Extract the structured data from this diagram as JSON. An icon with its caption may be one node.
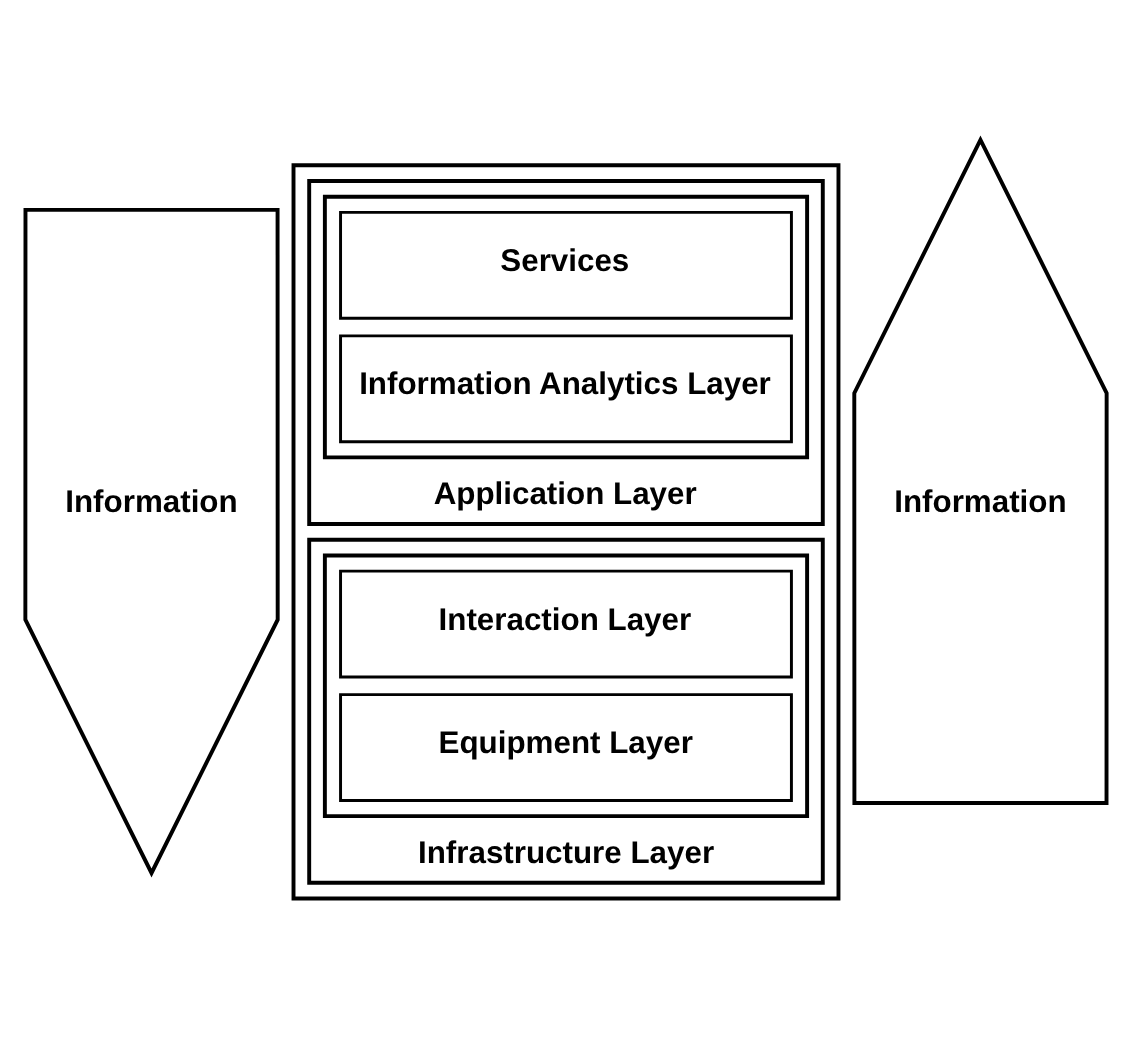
{
  "diagram": {
    "nodes": [
      {
        "text": [
          "Information"
        ]
      },
      {
        "text": [],
        "shape": "box"
      },
      {
        "text": [
          "Application Layer"
        ],
        "in": 1
      },
      {
        "text": [],
        "shape": "box",
        "in": 2
      },
      {
        "text": [
          "Services"
        ],
        "in": 3
      },
      {
        "text": [
          "Information Analytics Layer"
        ],
        "in": 3
      },
      {
        "text": [
          "Infrastructure Layer"
        ],
        "in": 1
      },
      {
        "text": [],
        "shape": "box",
        "in": 6
      },
      {
        "text": [
          "Interaction Layer"
        ],
        "in": 7
      },
      {
        "text": [
          "Equipment Layer"
        ],
        "in": 7
      },
      {
        "text": [
          "Information"
        ]
      }
    ],
    "edges": []
  }
}
